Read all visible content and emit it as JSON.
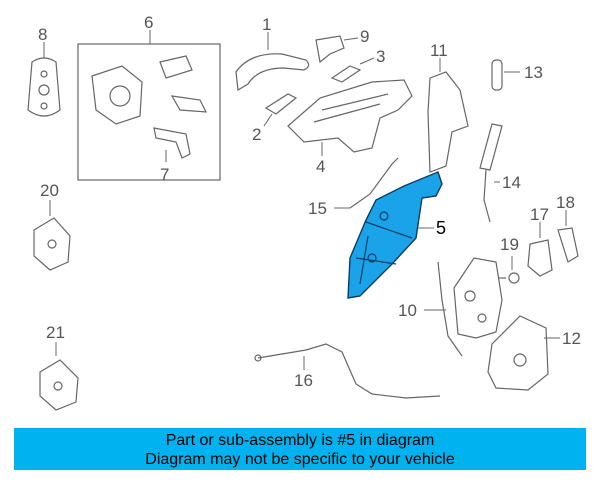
{
  "callouts": {
    "c1": "1",
    "c2": "2",
    "c3": "3",
    "c4": "4",
    "c5": "5",
    "c6": "6",
    "c7": "7",
    "c8": "8",
    "c9": "9",
    "c10": "10",
    "c11": "11",
    "c12": "12",
    "c13": "13",
    "c14": "14",
    "c15": "15",
    "c16": "16",
    "c17": "17",
    "c18": "18",
    "c19": "19",
    "c20": "20",
    "c21": "21"
  },
  "highlighted_part": "5",
  "colors": {
    "highlight": "#1aa3e8",
    "banner": "#00b3f0"
  },
  "banner": {
    "line1": "Part or sub-assembly is #5 in diagram",
    "line2": "Diagram may not be specific to your vehicle"
  }
}
